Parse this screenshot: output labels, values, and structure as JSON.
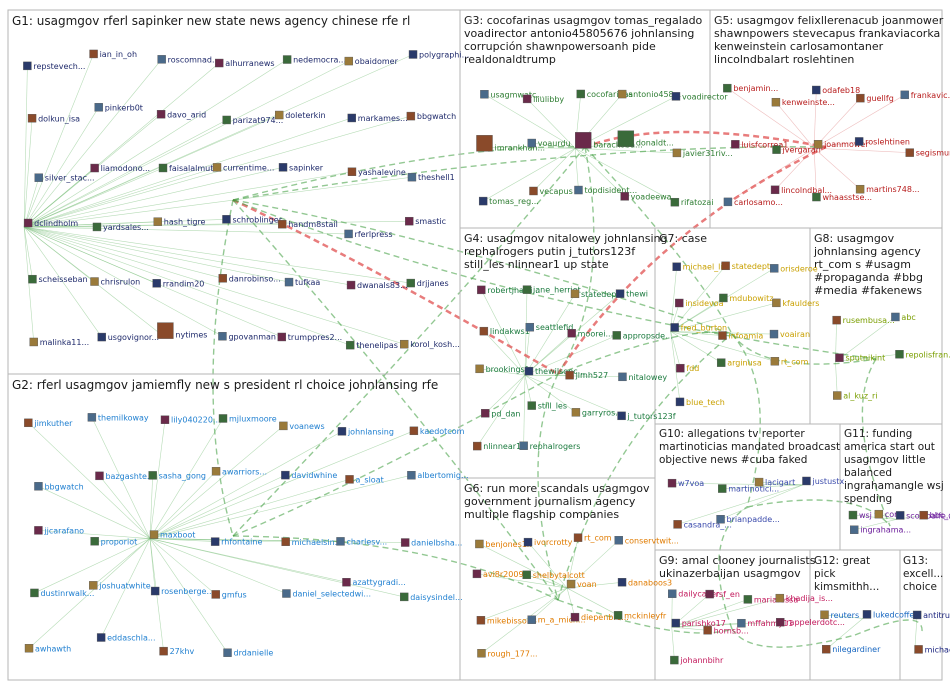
{
  "groups": [
    {
      "id": "G1",
      "title": [
        "G1: usagmgov rferl sapinker new state news agency chinese rfe rl"
      ],
      "color": "#1f2a6b",
      "nodes": [
        "repstevech...",
        "ian_in_oh",
        "roscomnad...",
        "alhurranews",
        "nedemocra...",
        "obaidomer",
        "polygraphi...",
        "dolkun_isa",
        "pinkerb0t",
        "davo_arid",
        "parizat974...",
        "doleterkin",
        "markames...",
        "bbgwatch",
        "silver_stac...",
        "liamodono...",
        "faisalalmut...",
        "currentime...",
        "sapinker",
        "yashalevine",
        "theshell1",
        "dclindholm",
        "yardsales...",
        "hash_tigre",
        "schroblinger",
        "handm8stail",
        "rferlpress",
        "smastic",
        "scheisseban",
        "chrisrulon",
        "rrandim20",
        "danrobinso...",
        "tufkaa",
        "dwanals83...",
        "drjjanes",
        "malinka11...",
        "usgovignor...",
        "nytimes",
        "gpovanman",
        "trumppres2...",
        "thenelipas",
        "korol_kosh..."
      ]
    },
    {
      "id": "G2",
      "title": [
        "G2: rferl usagmgov jamiemfly new s president rl choice johnlansing rfe"
      ],
      "color": "#1f7fd0",
      "nodes": [
        "jimkuther",
        "themilkoway",
        "lily040220...",
        "mjluxmoore",
        "voanews",
        "johnlansing",
        "kaedotcom",
        "bbgwatch",
        "bazgashte...",
        "sasha_gong",
        "awarriors...",
        "davidwhine",
        "a_sloat",
        "albertomig...",
        "jjcarafano",
        "proporiot",
        "maxboot",
        "rhfontaine",
        "michaelsin...",
        "charlesv...",
        "danielbsha...",
        "dustinrwalk...",
        "joshuatwhite",
        "rosenberge...",
        "gmfus",
        "daniel_selectedwi...",
        "azattygradi...",
        "daisysindel...",
        "awhawth",
        "eddaschla...",
        "27khv",
        "drdanielle"
      ]
    },
    {
      "id": "G3",
      "title": [
        "G3: cocofarinas usagmgov tomas_regalado",
        "voadirector antonio45805676 johnlansing",
        "corrupción shawnpowersoanh pide",
        "realdonaldtrump"
      ],
      "color": "#2e7d32",
      "nodes": [
        "usagmwatc...",
        "lliulibby",
        "cocofarinas",
        "antonio458...",
        "voadirector",
        "imrankhan...",
        "voaurdu",
        "barackoba...",
        "donaldt...",
        "javier31riv...",
        "tomas_reg...",
        "vecapus",
        "topdisident...",
        "voadeewa",
        "rifatozai"
      ]
    },
    {
      "id": "G4",
      "title": [
        "G4: usagmgov nitalowey johnlansing",
        "rephalrogers putin j_tutors123f",
        "still_les nlinnear1 up state"
      ],
      "color": "#1b7a3e",
      "nodes": [
        "robertjharri...",
        "jane_herriot",
        "statedept",
        "thewi",
        "lindakws1",
        "seattlefid",
        "moorei...",
        "appropsde...",
        "brookingsfp",
        "thewilsonc...",
        "jimh527",
        "nitalowey",
        "pd_dan",
        "still_les",
        "garryros...",
        "j_tutors123f",
        "nlinnear1",
        "rephalrogers"
      ]
    },
    {
      "id": "G5",
      "title": [
        "G5: usagmgov felixllerenacub joanmower",
        "shawnpowers stevecapus frankaviacorka",
        "kenweinstein carlosamontaner",
        "lincolndbalart roslehtinen"
      ],
      "color": "#b71c1c",
      "nodes": [
        "benjamin...",
        "kenweinste...",
        "odafeb18",
        "guellfg",
        "frankavic...",
        "luisfcorrea1",
        "jvergaran",
        "joanmower",
        "roslehtinen",
        "segismund...",
        "carlosamo...",
        "lincolndbal...",
        "whaasstse...",
        "martins748..."
      ]
    },
    {
      "id": "G6",
      "title": [
        "G6: run more scandals usagmgov",
        "government journalism agency",
        "multiple flagship companies"
      ],
      "color": "#e07b00",
      "nodes": [
        "benjones1k",
        "ivorcrotty",
        "rt_com",
        "conservtwit...",
        "avi8r2009",
        "shelbytalcott",
        "voan",
        "danaboos3",
        "mikebisson8",
        "m_a_mich...",
        "diepenbro...",
        "mckinleyfr",
        "rough_177..."
      ]
    },
    {
      "id": "G7",
      "title": [
        "G7: case"
      ],
      "color": "#c9a000",
      "nodes": [
        "michael_li...",
        "statedept...",
        "orisderoe",
        "insidevoa",
        "mdubowitz",
        "kfaulders",
        "fred_burton",
        "infoamia",
        "voairan",
        "fdd",
        "arginusa",
        "rt_com",
        "blue_tech"
      ]
    },
    {
      "id": "G8",
      "title": [
        "G8: usagmgov",
        "johnlansing agency",
        "rt_com s #usagm",
        "#propaganda #bbg",
        "#media #fakenews"
      ],
      "color": "#7a9e00",
      "nodes": [
        "rusembusa...",
        "abc",
        "sputnikint",
        "repolisfran...",
        "al_kuz_ri"
      ]
    },
    {
      "id": "G9",
      "title": [
        "G9: amal clooney journalists",
        "ukinazerbaijan usagmgov"
      ],
      "color": "#c2185b",
      "nodes": [
        "dailycaller",
        "rsf_en",
        "mariaressa",
        "khadija_is...",
        "parishko17",
        "hornsb...",
        "mffahmy11",
        "rappelerdotc...",
        "johannbihr"
      ]
    },
    {
      "id": "G10",
      "title": [
        "G10: allegations tv reporter",
        "martinoticias mandated broadcast",
        "objective news #cuba faked"
      ],
      "color": "#3949ab",
      "nodes": [
        "w7voa",
        "martinotici...",
        "lacigart",
        "justustx",
        "casandra_...",
        "brianpadde..."
      ]
    },
    {
      "id": "G11",
      "title": [
        "G11: funding",
        "america start out",
        "usagmgov little",
        "balanced",
        "ingrahamangle wsj",
        "spending"
      ],
      "color": "#6a1b9a",
      "nodes": [
        "wsj",
        "corq",
        "scottbalfe...",
        "bbc_corresp...",
        "ingrahama..."
      ]
    },
    {
      "id": "G12",
      "title": [
        "G12: great",
        "pick",
        "kimsmithh..."
      ],
      "color": "#1565c0",
      "nodes": [
        "reuters",
        "lukedcoffey",
        "nilegardiner"
      ]
    },
    {
      "id": "G13",
      "title": [
        "G13:",
        "excell...",
        "choice"
      ],
      "color": "#1a237e",
      "nodes": [
        "antitrumpr...",
        "michaeldw..."
      ]
    }
  ]
}
